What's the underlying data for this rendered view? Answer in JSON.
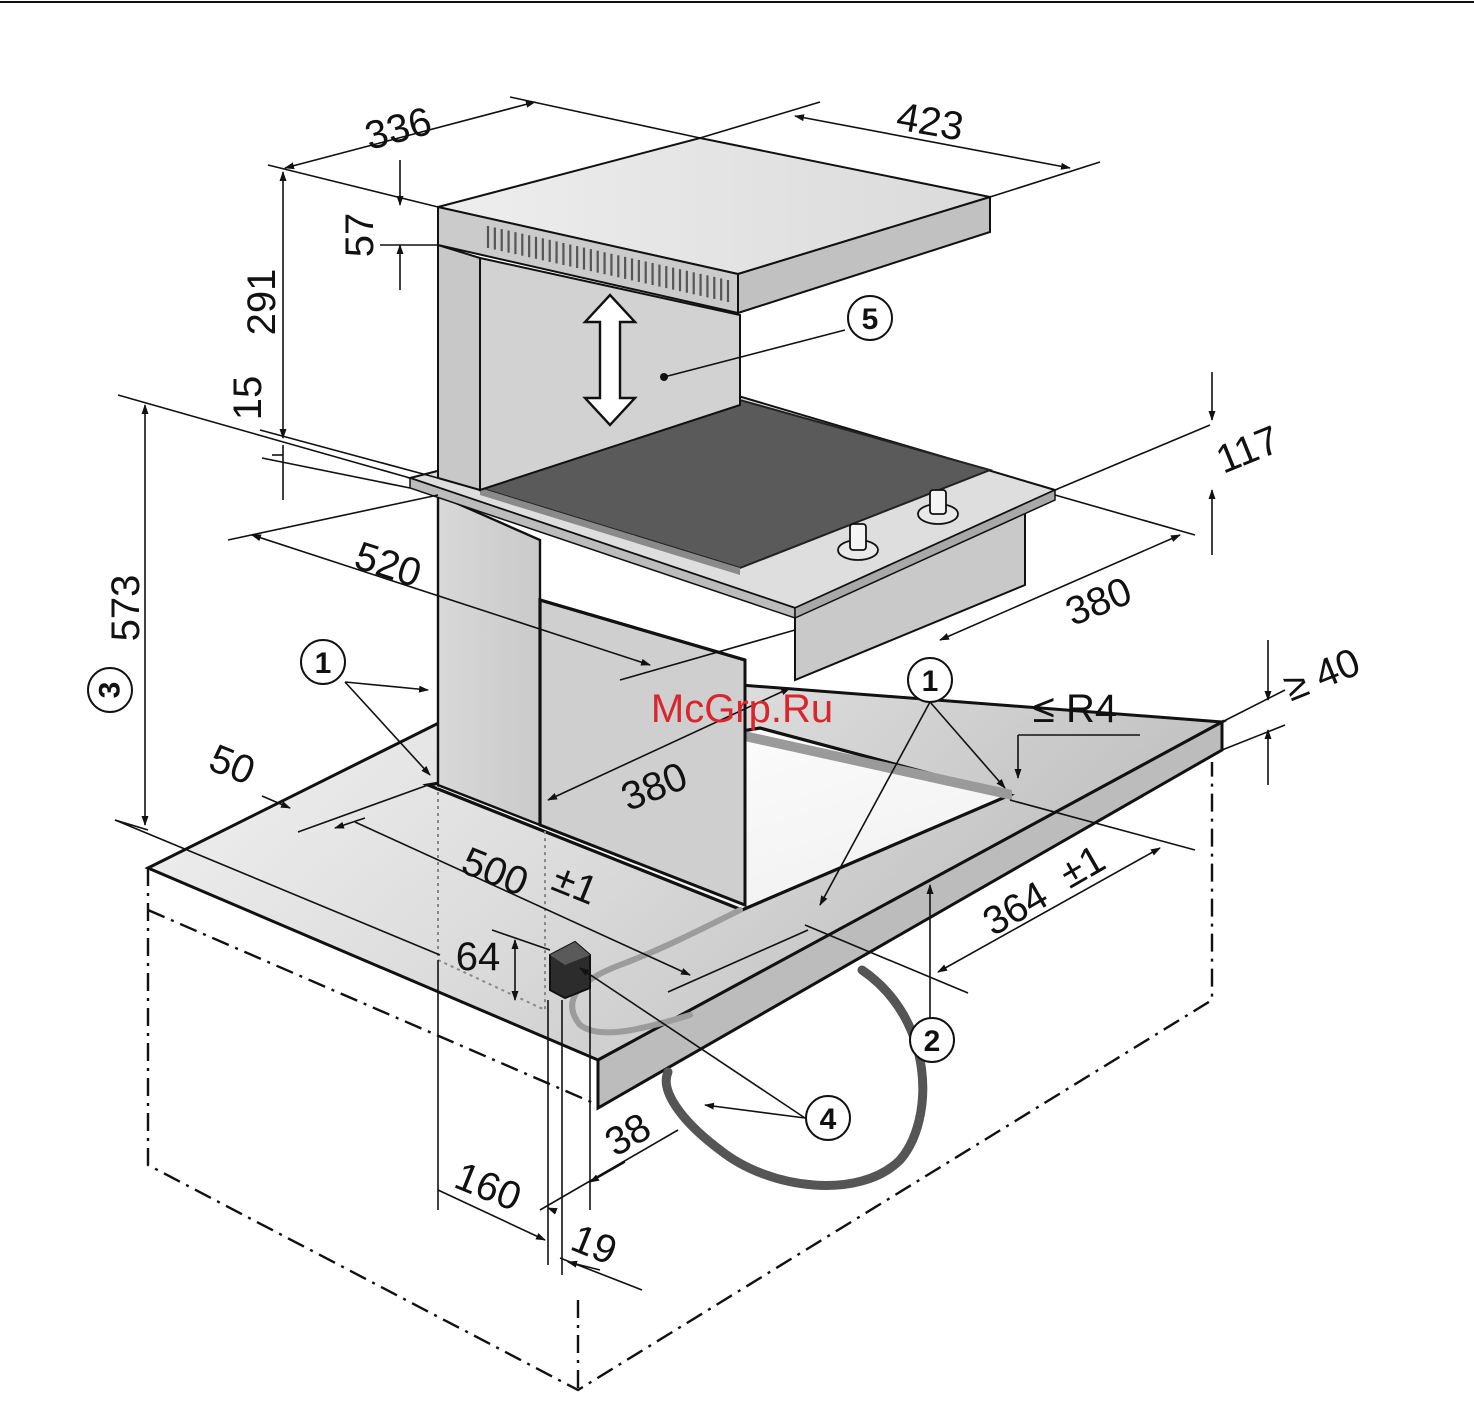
{
  "watermark": "McGrp.Ru",
  "dimensions": {
    "top_depth": "336",
    "top_width": "423",
    "canopy_height": "57",
    "rise_height": "291",
    "gap_15": "15",
    "total_height": "573",
    "depth_520": "520",
    "width_380_right": "380",
    "width_380_front": "380",
    "hob_height": "117",
    "min_40": "≥ 40",
    "radius": "≤ R4",
    "offset_50": "50",
    "cutout_500": "500",
    "tolerance_500": "±1",
    "cutout_364": "364",
    "tolerance_364": "±1",
    "box_64": "64",
    "offset_38": "38",
    "offset_160": "160",
    "offset_19": "19"
  },
  "callouts": {
    "c1_left": "1",
    "c1_right": "1",
    "c2": "2",
    "c3": "3",
    "c4": "4",
    "c5": "5"
  },
  "colors": {
    "line": "#111111",
    "hob_dark": "#5a5a5a",
    "grey_panel": "#cfcfcf",
    "grey_dark_panel": "#b8b8b8",
    "cable": "#555555",
    "watermark": "#d8262c"
  }
}
